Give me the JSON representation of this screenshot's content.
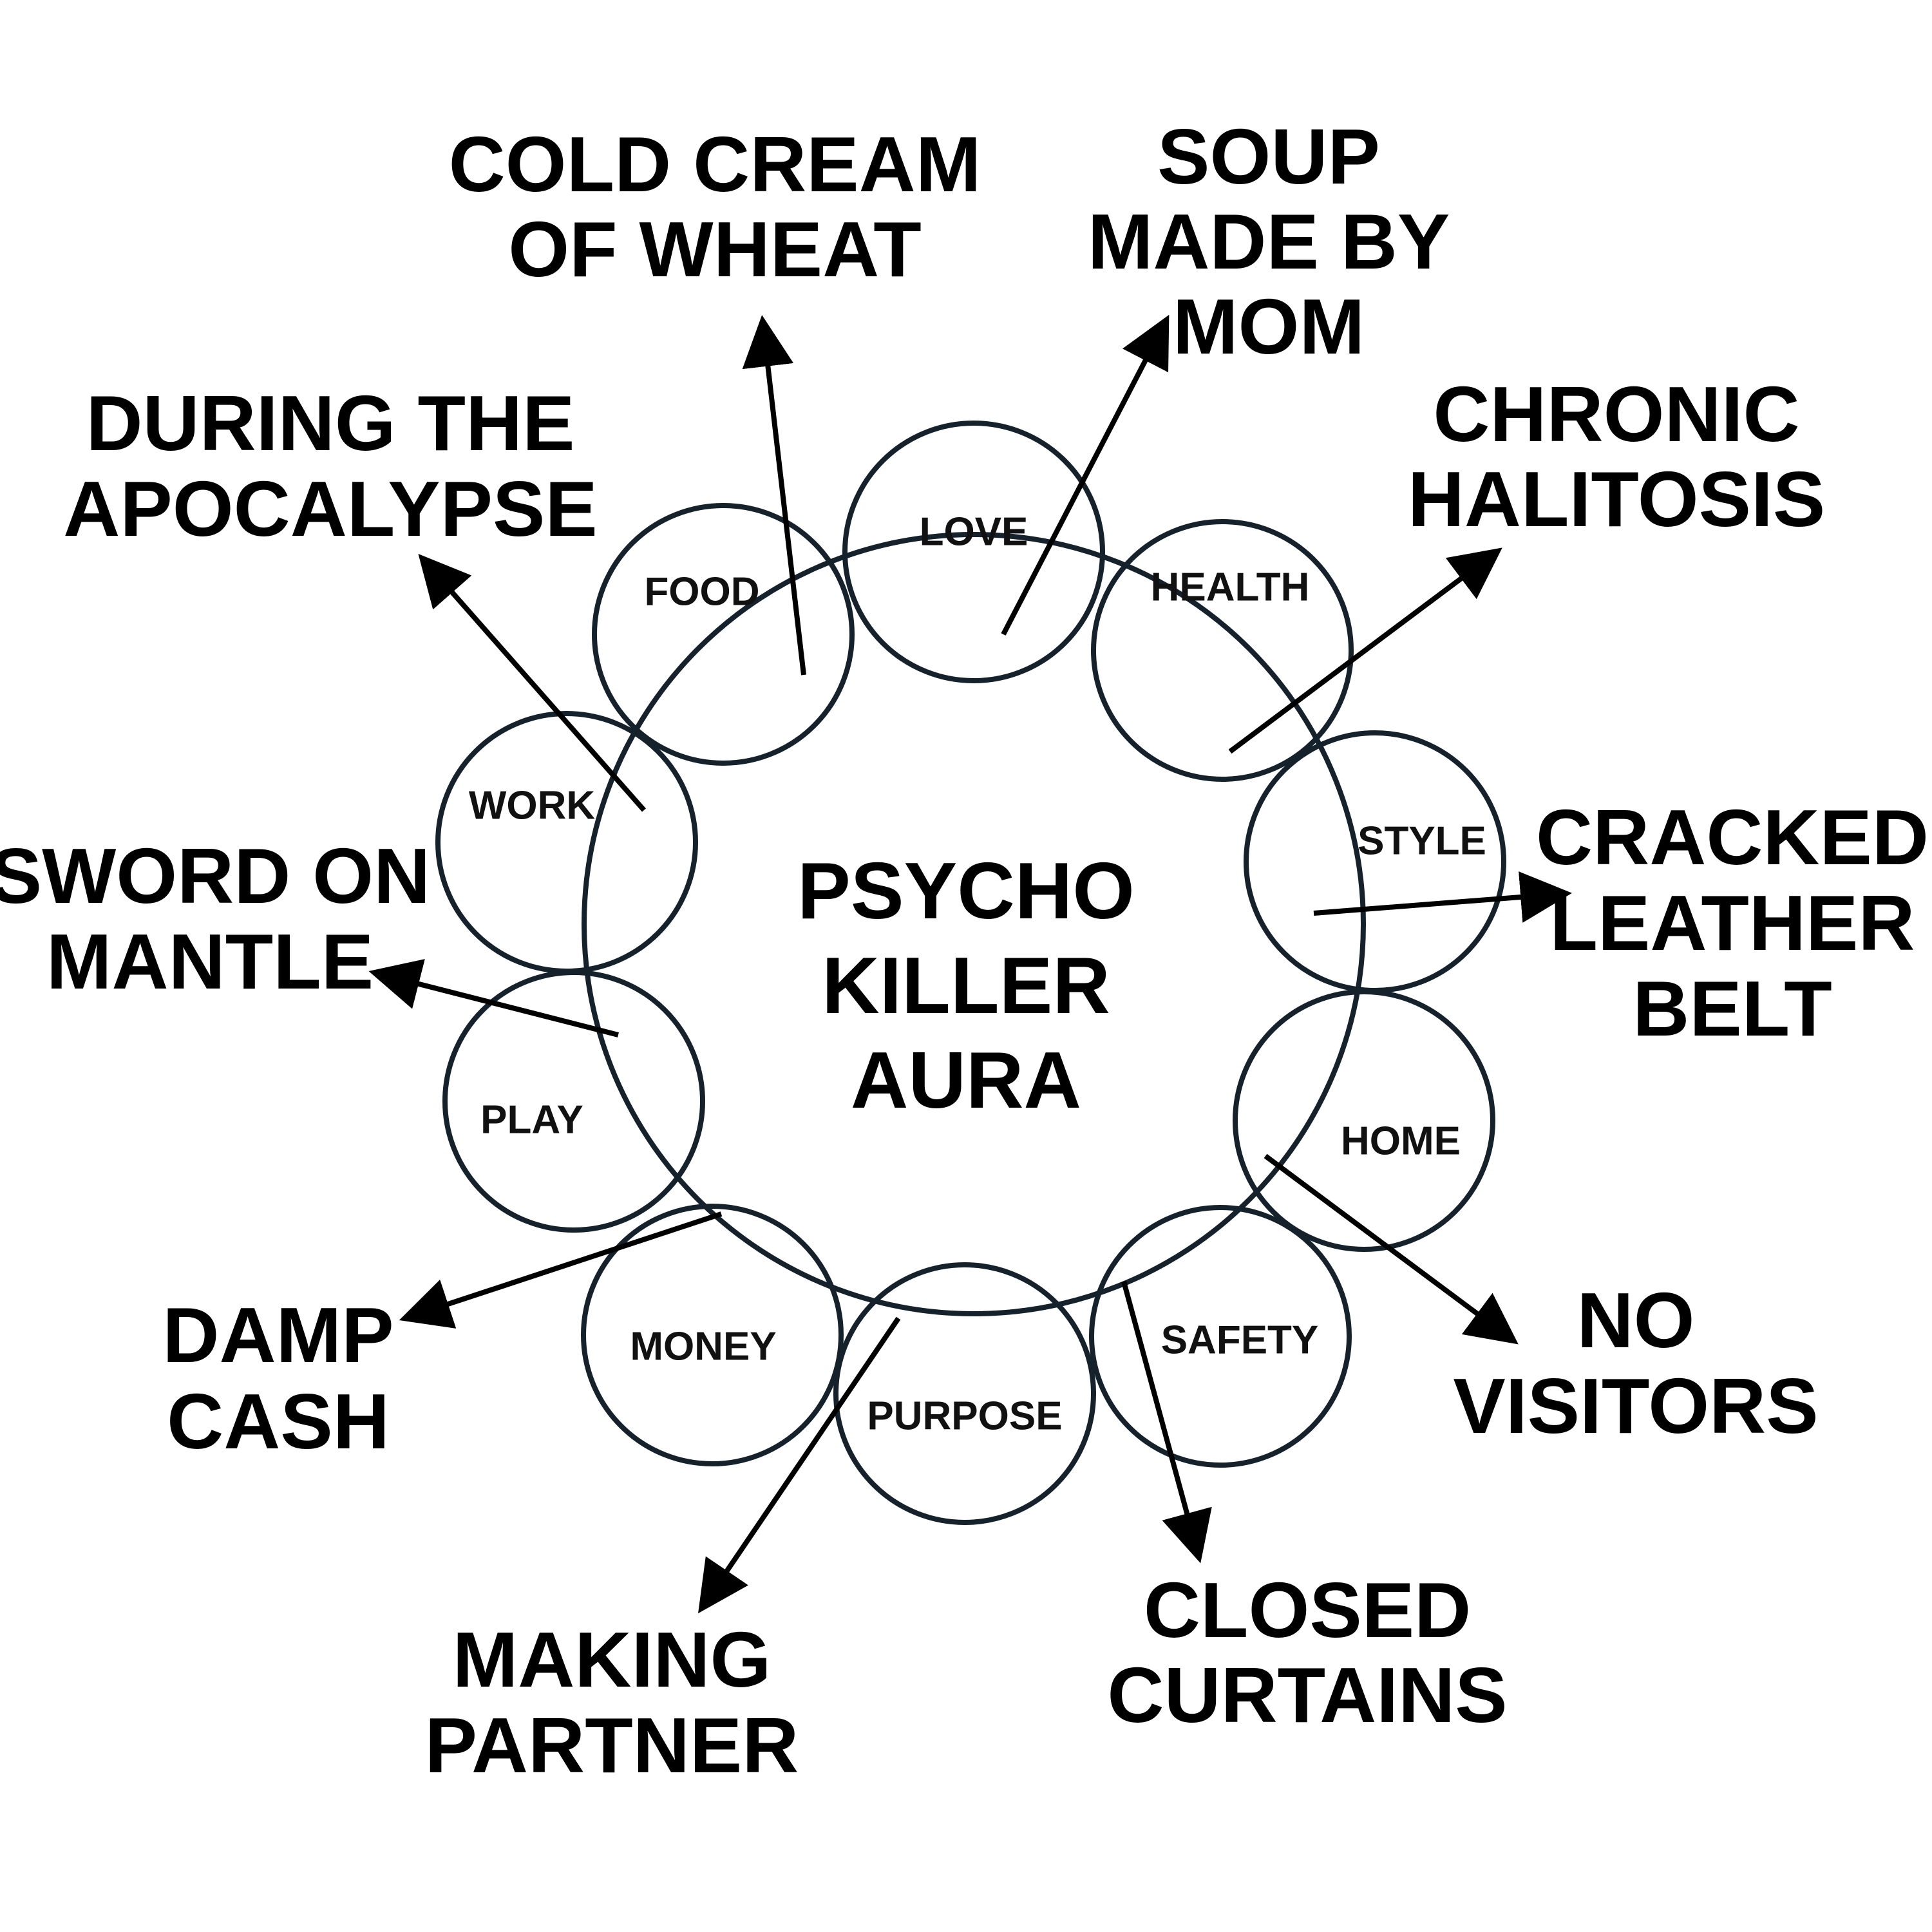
{
  "center": {
    "lines": [
      "PSYCHO",
      "KILLER",
      "AURA"
    ]
  },
  "bubbles": [
    {
      "id": "love",
      "label": "LOVE"
    },
    {
      "id": "health",
      "label": "HEALTH"
    },
    {
      "id": "style",
      "label": "STYLE"
    },
    {
      "id": "home",
      "label": "HOME"
    },
    {
      "id": "safety",
      "label": "SAFETY"
    },
    {
      "id": "purpose",
      "label": "PURPOSE"
    },
    {
      "id": "money",
      "label": "MONEY"
    },
    {
      "id": "play",
      "label": "PLAY"
    },
    {
      "id": "work",
      "label": "WORK"
    },
    {
      "id": "food",
      "label": "FOOD"
    }
  ],
  "outer_labels": [
    {
      "id": "soup",
      "from": "love",
      "lines": [
        "SOUP",
        "MADE BY",
        "MOM"
      ]
    },
    {
      "id": "halitosis",
      "from": "health",
      "lines": [
        "CHRONIC",
        "HALITOSIS"
      ]
    },
    {
      "id": "belt",
      "from": "style",
      "lines": [
        "CRACKED",
        "LEATHER",
        "BELT"
      ]
    },
    {
      "id": "visitors",
      "from": "home",
      "lines": [
        "NO",
        "VISITORS"
      ]
    },
    {
      "id": "curtains",
      "from": "safety",
      "lines": [
        "CLOSED",
        "CURTAINS"
      ]
    },
    {
      "id": "partner",
      "from": "purpose",
      "lines": [
        "MAKING",
        "PARTNER"
      ]
    },
    {
      "id": "cash",
      "from": "money",
      "lines": [
        "DAMP",
        "CASH"
      ]
    },
    {
      "id": "sword",
      "from": "play",
      "lines": [
        "SWORD ON",
        "MANTLE"
      ]
    },
    {
      "id": "apocalypse",
      "from": "work",
      "lines": [
        "DURING THE",
        "APOCALYPSE"
      ]
    },
    {
      "id": "wheat",
      "from": "food",
      "lines": [
        "COLD CREAM",
        "OF WHEAT"
      ]
    }
  ]
}
